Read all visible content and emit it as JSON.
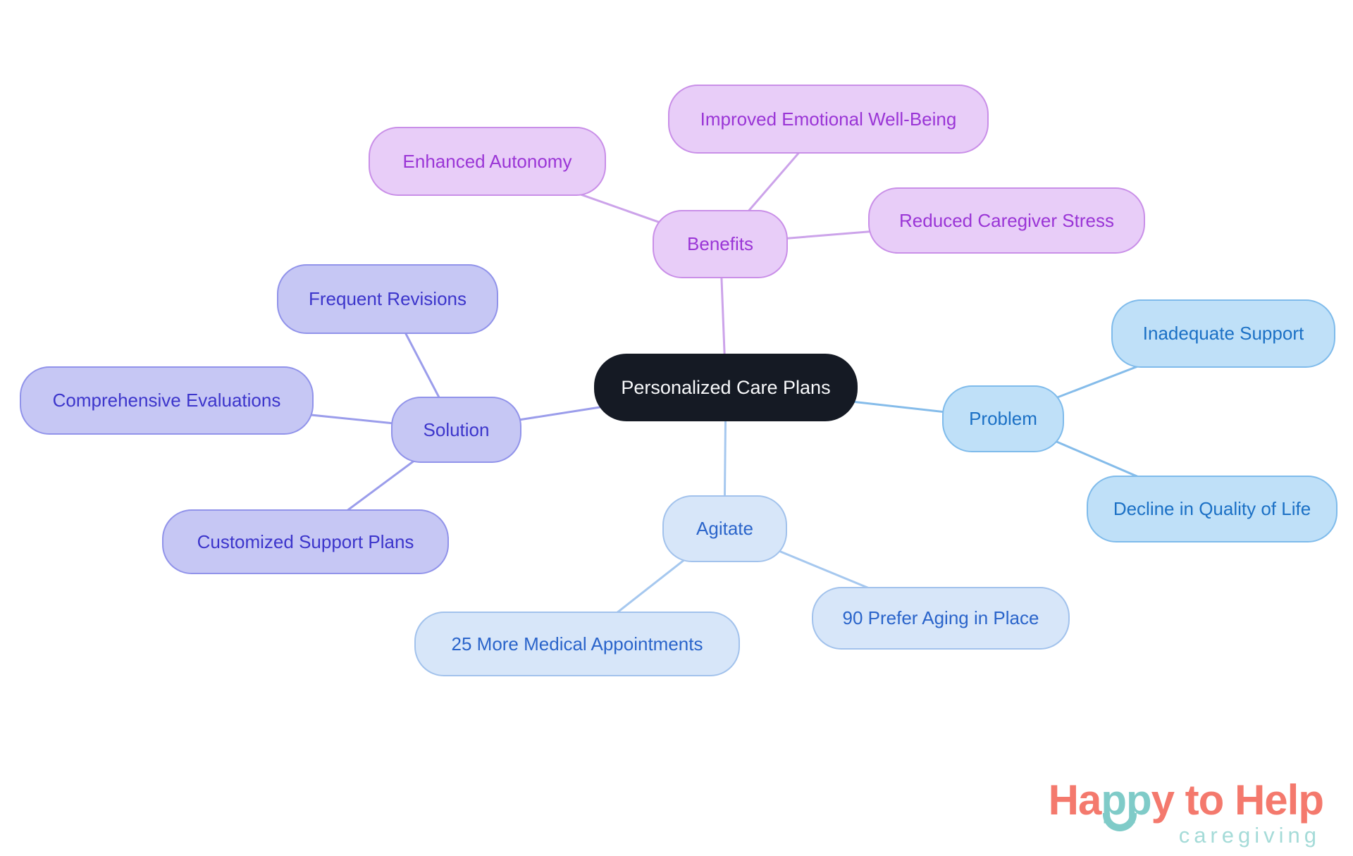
{
  "mindmap": {
    "center": {
      "label": "Personalized Care Plans"
    },
    "branches": [
      {
        "id": "benefits",
        "label": "Benefits",
        "children": [
          {
            "label": "Enhanced Autonomy"
          },
          {
            "label": "Improved Emotional Well-Being"
          },
          {
            "label": "Reduced Caregiver Stress"
          }
        ]
      },
      {
        "id": "problem",
        "label": "Problem",
        "children": [
          {
            "label": "Inadequate Support"
          },
          {
            "label": "Decline in Quality of Life"
          }
        ]
      },
      {
        "id": "agitate",
        "label": "Agitate",
        "children": [
          {
            "label": "25 More Medical Appointments"
          },
          {
            "label": "90 Prefer Aging in Place"
          }
        ]
      },
      {
        "id": "solution",
        "label": "Solution",
        "children": [
          {
            "label": "Frequent Revisions"
          },
          {
            "label": "Comprehensive Evaluations"
          },
          {
            "label": "Customized Support Plans"
          }
        ]
      }
    ]
  },
  "logo": {
    "ha": "Ha",
    "pp": "pp",
    "y": "y",
    "rest": " to Help",
    "tagline": "caregiving"
  },
  "colors": {
    "center": {
      "fill": "#151A24",
      "text": "#F8F9FB"
    },
    "benefits": {
      "fill": "#E8CDF8",
      "border": "#C98FE8",
      "text": "#9A35D6",
      "line": "#CCA3EA"
    },
    "problem": {
      "fill": "#BFE0F8",
      "border": "#7FBBEB",
      "text": "#1B70C5",
      "line": "#85BCEA"
    },
    "agitate": {
      "fill": "#D7E6F9",
      "border": "#A2C2EC",
      "text": "#2A64CA",
      "line": "#A6C8EF"
    },
    "solution": {
      "fill": "#C6C7F4",
      "border": "#9193EA",
      "text": "#3C35CB",
      "line": "#9B9DEB"
    },
    "logo": {
      "coral": "#F4796D",
      "teal": "#7FCBC8",
      "tagline": "#A5DBD8"
    }
  }
}
